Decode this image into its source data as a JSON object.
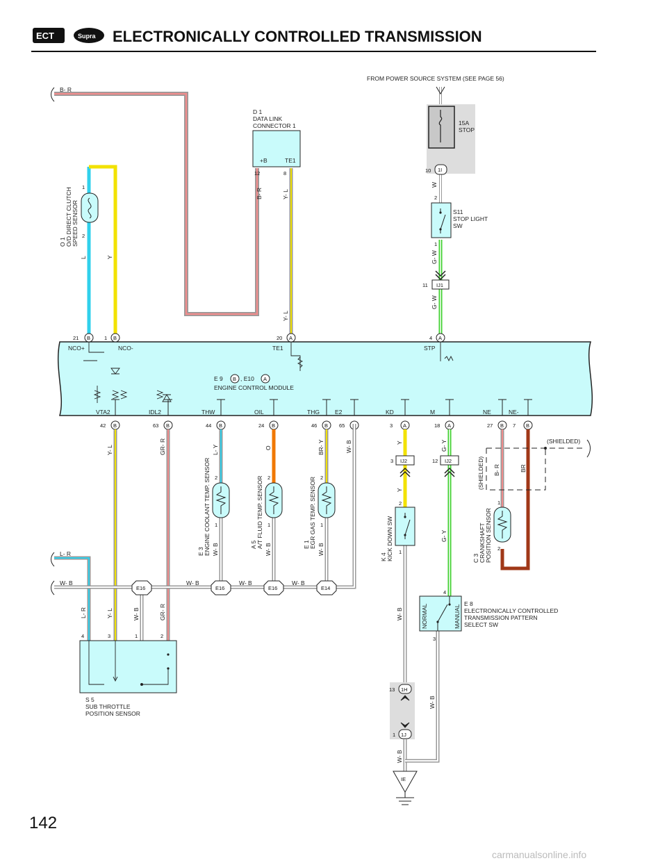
{
  "header": {
    "badge_left": "ECT",
    "badge_right": "Supra",
    "title": "ELECTRONICALLY CONTROLLED TRANSMISSION"
  },
  "page_number": "142",
  "watermark": "carmanualsonline.info",
  "power_source": "FROM POWER SOURCE SYSTEM (SEE PAGE 56)",
  "fuse": {
    "line1": "15A",
    "line2": "STOP"
  },
  "data_link": {
    "line1": "D 1",
    "line2": "DATA LINK",
    "line3": "CONNECTOR 1",
    "pin_b": "+B",
    "pin_te1": "TE1",
    "num12": "12",
    "num8": "8"
  },
  "od_sensor": {
    "line1": "O 1",
    "line2": "O/D DIRECT CLUTCH",
    "line3": "SPEED SENSOR",
    "p1": "1",
    "p2": "2"
  },
  "stop_sw": {
    "line1": "S11",
    "line2": "STOP LIGHT",
    "line3": "SW",
    "p1": "1",
    "p2": "2"
  },
  "ecm": {
    "line1": "E 9",
    "conn_b": "B",
    "line2": ", E10",
    "conn_a": "A",
    "name": "ENGINE CONTROL MODULE"
  },
  "ecm_top_pins": [
    {
      "num": "21",
      "conn": "B",
      "label": "NCO+"
    },
    {
      "num": "1",
      "conn": "B",
      "label": "NCO-"
    },
    {
      "num": "20",
      "conn": "A",
      "label": "TE1"
    },
    {
      "num": "4",
      "conn": "A",
      "label": "STP"
    }
  ],
  "ecm_bottom_pins": [
    {
      "num": "42",
      "conn": "B",
      "label": "VTA2"
    },
    {
      "num": "63",
      "conn": "B",
      "label": "IDL2"
    },
    {
      "num": "44",
      "conn": "B",
      "label": "THW"
    },
    {
      "num": "24",
      "conn": "B",
      "label": "OIL"
    },
    {
      "num": "46",
      "conn": "B",
      "label": "THG"
    },
    {
      "num": "65",
      "conn": "B",
      "label": "E2"
    },
    {
      "num": "3",
      "conn": "A",
      "label": "KD"
    },
    {
      "num": "18",
      "conn": "A",
      "label": "M"
    },
    {
      "num": "27",
      "conn": "B",
      "label": "NE"
    },
    {
      "num": "7",
      "conn": "B",
      "label": "NE-"
    }
  ],
  "wires": {
    "br": "B- R",
    "y": "Y",
    "l": "L",
    "yl": "Y- L",
    "w": "W",
    "gw": "G- W",
    "lr": "L- R",
    "wb": "W- B",
    "grr": "GR- R",
    "ly": "L- Y",
    "o": "O",
    "bry": "BR- Y",
    "gy": "G- Y",
    "brn": "BR",
    "shielded": "(SHIELDED)"
  },
  "junctions": {
    "j1": {
      "num": "10",
      "label": "1I"
    },
    "j2": {
      "num": "11",
      "label": "IJ1"
    },
    "j3": {
      "num": "3",
      "label": "IJ2"
    },
    "j4": {
      "num": "12",
      "label": "IJ2"
    },
    "j5": {
      "num": "13",
      "label": "1H"
    },
    "j6": {
      "num": "1",
      "label": "1J"
    }
  },
  "splices": [
    "E16",
    "E16",
    "E16",
    "E14"
  ],
  "sensors": {
    "coolant": {
      "line1": "E 3",
      "line2": "ENGINE COOLANT TEMP.  SENSOR"
    },
    "atf": {
      "line1": "A 5",
      "line2": "A/T FLUID TEMP.  SENSOR"
    },
    "egr": {
      "line1": "E 1",
      "line2": "EGR GAS TEMP.  SENSOR"
    },
    "kick": {
      "line1": "K 4",
      "line2": "KICK DOWN SW"
    },
    "crank": {
      "line1": "C 3",
      "line2": "CRANKSHAFT",
      "line3": "POSITION SENSOR"
    }
  },
  "pattern_sw": {
    "line1": "E 8",
    "line2": "ELECTRONICALLY CONTROLLED",
    "line3": "TRANSMISSION PATTERN",
    "line4": "SELECT SW",
    "normal": "NORMAL",
    "manual": "MANUAL"
  },
  "sub_throttle": {
    "line1": "S 5",
    "line2": "SUB THROTTLE",
    "line3": "POSITION SENSOR",
    "p4": "4",
    "p3": "3",
    "p1": "1",
    "p2": "2"
  },
  "ground": "IE",
  "pin_nums": {
    "n1": "1",
    "n2": "2",
    "n3": "3",
    "n4": "4"
  },
  "colors": {
    "ecm_fill": "#c9fbfb",
    "yellow": "#f2e200",
    "cyan": "#30d0ec",
    "green": "#40d030",
    "orange": "#f07800",
    "brown": "#a03818",
    "pink": "#f08c8c",
    "gray_box": "#dddddd"
  }
}
